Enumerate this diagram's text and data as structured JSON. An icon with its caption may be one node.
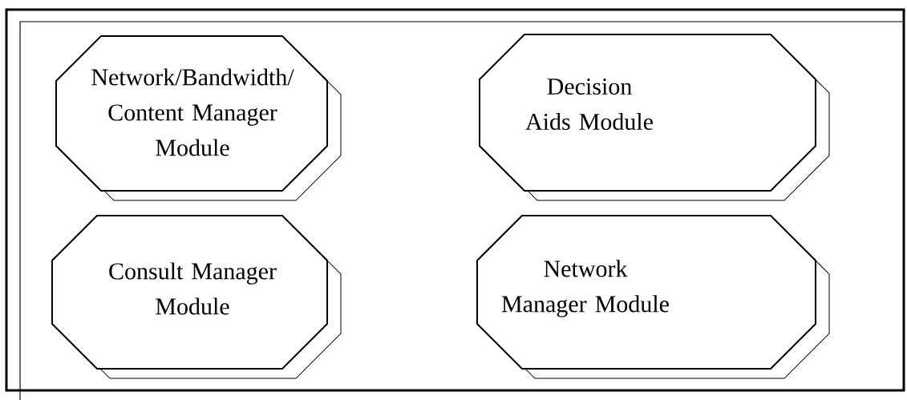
{
  "diagram": {
    "nodes": [
      {
        "text": [],
        "shape": "box"
      },
      {
        "text": [
          "Network/Bandwidth/ Content Manager Module"
        ],
        "in": 0
      },
      {
        "text": [
          "Decision Aids Module"
        ],
        "in": 0
      },
      {
        "text": [
          "Consult Manager Module"
        ],
        "in": 0
      },
      {
        "text": [
          "Network Manager Module"
        ],
        "in": 0
      }
    ]
  }
}
